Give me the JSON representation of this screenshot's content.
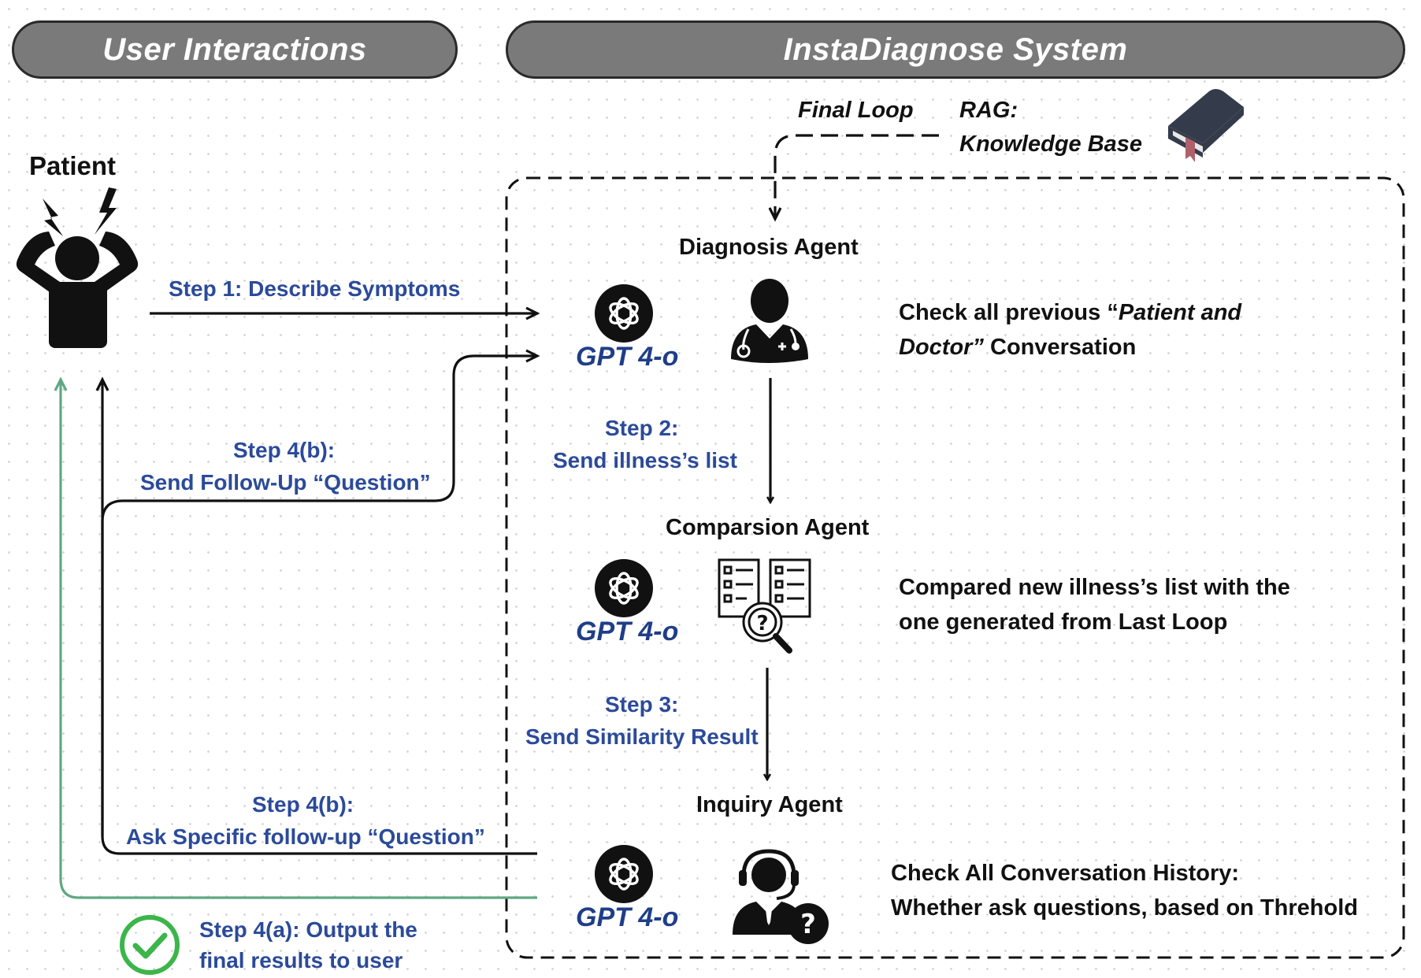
{
  "headers": {
    "left": "User Interactions",
    "right": "InstaDiagnose System"
  },
  "patient_label": "Patient",
  "top": {
    "final_loop": "Final Loop",
    "rag_line1": "RAG:",
    "rag_line2": "Knowledge Base"
  },
  "agents": {
    "diagnosis": {
      "title": "Diagnosis Agent",
      "model": "GPT 4-o",
      "desc_plain1": "Check all previous “",
      "desc_italic1": "Patient and",
      "desc_italic2": "Doctor”",
      "desc_plain2": " Conversation"
    },
    "comparison": {
      "title": "Comparsion Agent",
      "model": "GPT 4-o",
      "desc_line1": "Compared new illness’s list with the",
      "desc_line2": "one generated from Last Loop"
    },
    "inquiry": {
      "title": "Inquiry Agent",
      "model": "GPT 4-o",
      "desc_line1": "Check All Conversation History:",
      "desc_line2": "Whether ask questions, based on Threhold"
    }
  },
  "steps": {
    "step1": "Step 1: Describe Symptoms",
    "step2_line1": "Step 2:",
    "step2_line2": "Send illness’s list",
    "step3_line1": "Step 3:",
    "step3_line2": "Send Similarity Result",
    "step4b_top_line1": "Step 4(b):",
    "step4b_top_line2": "Send Follow-Up “Question”",
    "step4b_bottom_line1": "Step 4(b):",
    "step4b_bottom_line2": "Ask Specific follow-up “Question”",
    "step4a_line1": "Step 4(a): Output the",
    "step4a_line2": "final results to user"
  },
  "colors": {
    "pill_fill": "#7a7a7a",
    "step_text": "#2b4a9a",
    "gpt_text": "#1f3e88",
    "green_arrow": "#5fa882",
    "check_green": "#3cb54a",
    "book_cover": "#343b4a",
    "bookmark": "#b0606a"
  },
  "icons": [
    "patient-icon",
    "openai-logo-icon",
    "doctor-icon",
    "checklist-magnifier-icon",
    "support-agent-icon",
    "book-icon",
    "checkmark-icon"
  ]
}
